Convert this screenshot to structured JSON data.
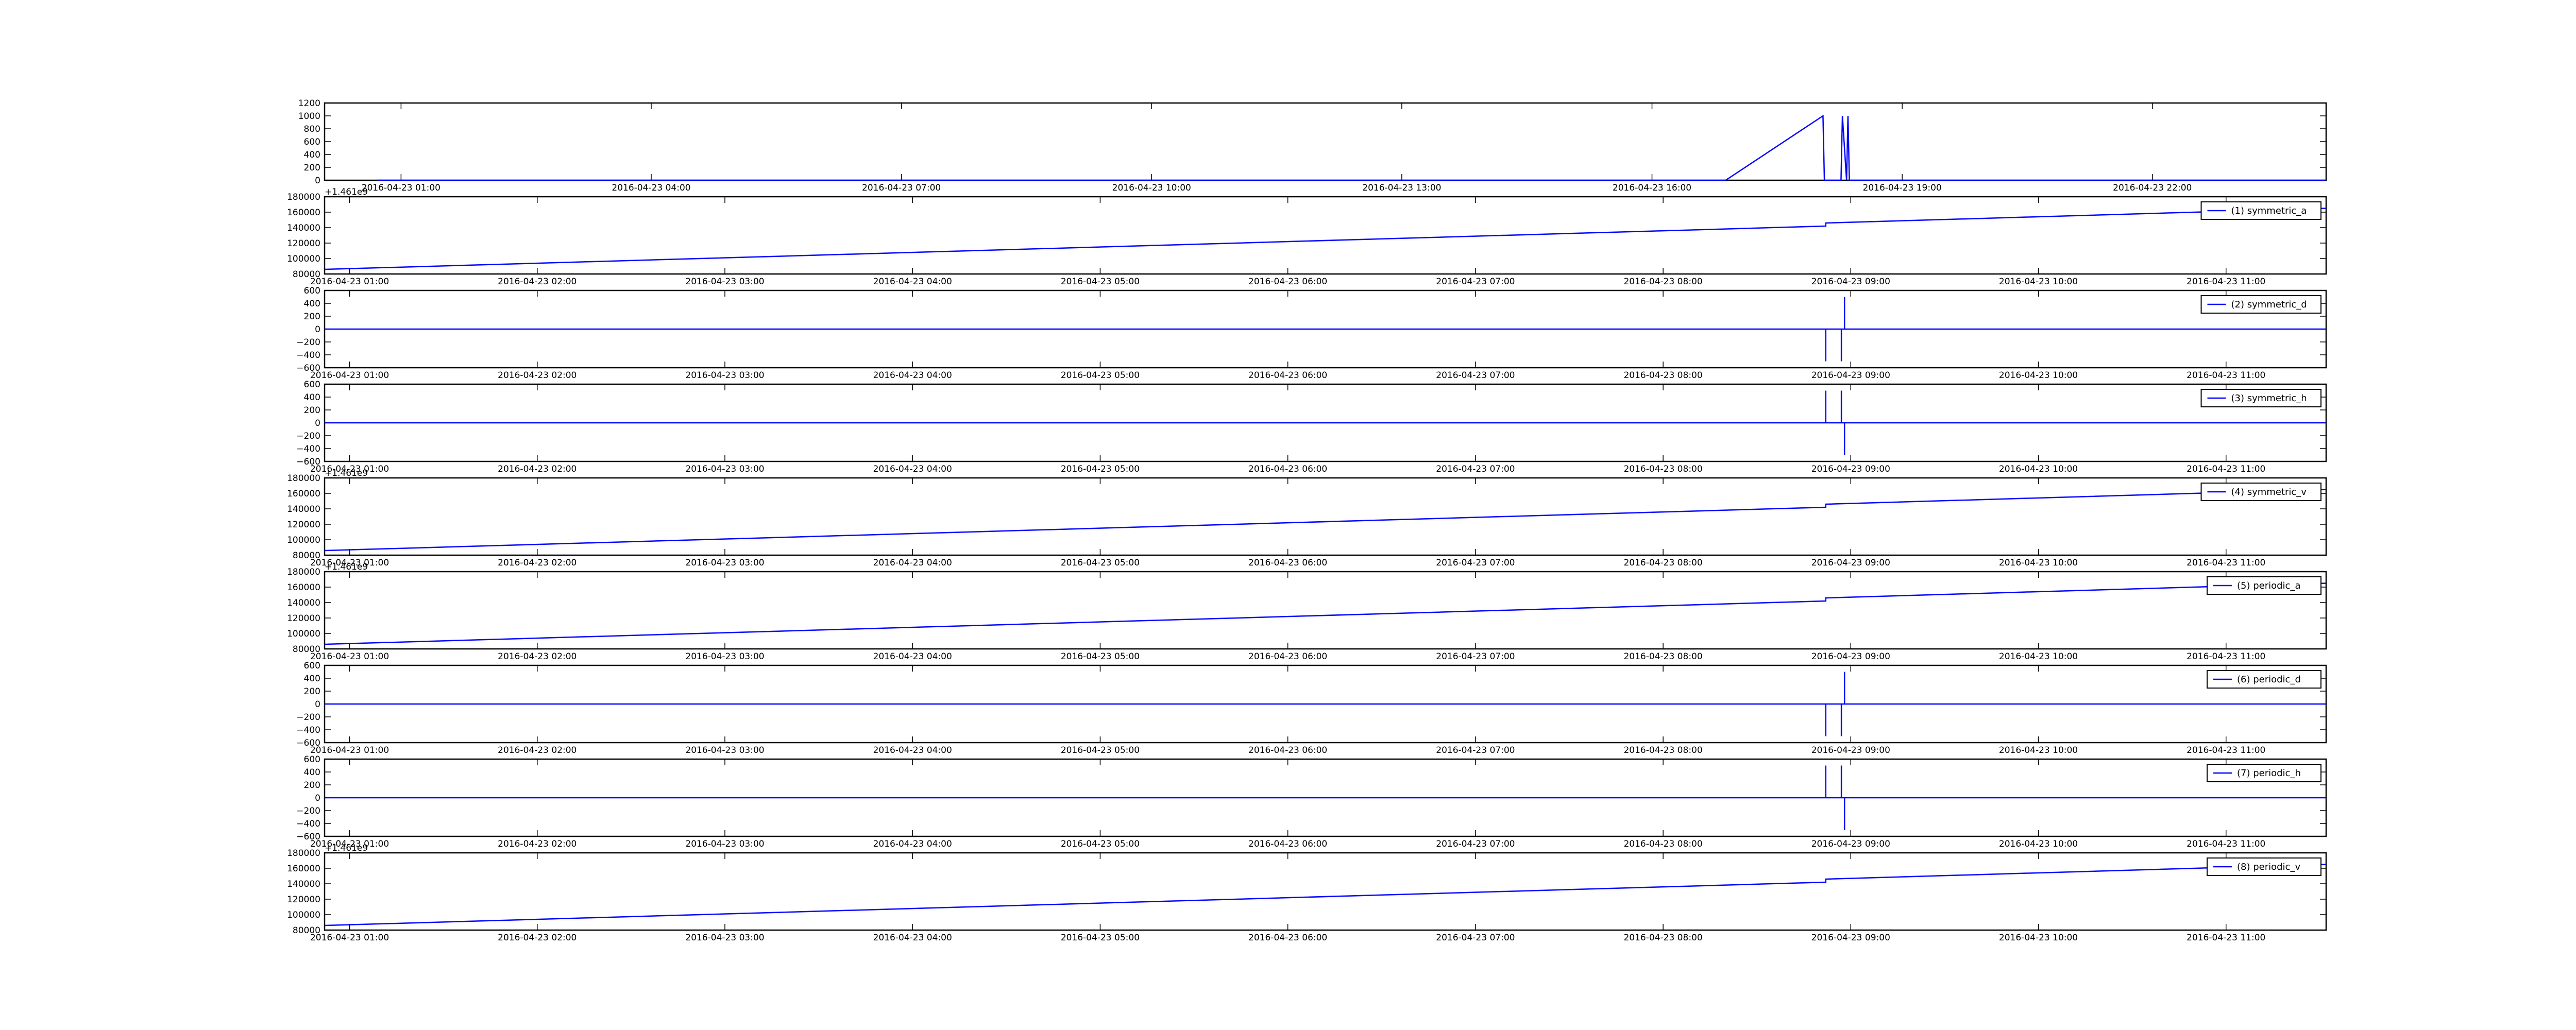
{
  "colors": {
    "line": "#0000ff",
    "axes": "#000000",
    "background": "#ffffff"
  },
  "chart_data": [
    {
      "type": "line",
      "panel": 0,
      "ylim": [
        0,
        1200
      ],
      "yticks": [
        "0",
        "200",
        "400",
        "600",
        "800",
        "1000",
        "1200"
      ],
      "xticks": [
        "2016-04-23 01:00",
        "2016-04-23 04:00",
        "2016-04-23 07:00",
        "2016-04-23 10:00",
        "2016-04-23 13:00",
        "2016-04-23 16:00",
        "2016-04-23 19:00",
        "2016-04-23 22:00"
      ],
      "x": [
        "2016-04-23 00:43",
        "2016-04-23 16:53",
        "2016-04-23 18:03",
        "2016-04-23 18:04",
        "2016-04-23 18:16",
        "2016-04-23 18:17",
        "2016-04-23 18:20",
        "2016-04-23 18:21",
        "2016-04-23 18:22",
        "2016-04-24 00:05"
      ],
      "values": [
        0,
        0,
        1000,
        0,
        0,
        1000,
        0,
        1000,
        0,
        0
      ],
      "legend": false
    },
    {
      "type": "line",
      "panel": 1,
      "offset_label": "+1.461e9",
      "ylim": [
        80000,
        180000
      ],
      "yticks": [
        "80000",
        "100000",
        "120000",
        "140000",
        "160000",
        "180000"
      ],
      "xticks": [
        "2016-04-23 01:00",
        "2016-04-23 02:00",
        "2016-04-23 03:00",
        "2016-04-23 04:00",
        "2016-04-23 05:00",
        "2016-04-23 06:00",
        "2016-04-23 07:00",
        "2016-04-23 08:00",
        "2016-04-23 09:00",
        "2016-04-23 10:00",
        "2016-04-23 11:00"
      ],
      "x": [
        "2016-04-23 00:52",
        "2016-04-23 08:52",
        "2016-04-23 08:52",
        "2016-04-23 11:32"
      ],
      "values": [
        86000,
        142000,
        146000,
        165000
      ],
      "legend": true,
      "series": [
        {
          "name": "(1) symmetric_a"
        }
      ]
    },
    {
      "type": "line",
      "panel": 2,
      "ylim": [
        -600,
        600
      ],
      "yticks": [
        "−600",
        "−400",
        "−200",
        "0",
        "200",
        "400",
        "600"
      ],
      "xticks": [
        "2016-04-23 01:00",
        "2016-04-23 02:00",
        "2016-04-23 03:00",
        "2016-04-23 04:00",
        "2016-04-23 05:00",
        "2016-04-23 06:00",
        "2016-04-23 07:00",
        "2016-04-23 08:00",
        "2016-04-23 09:00",
        "2016-04-23 10:00",
        "2016-04-23 11:00"
      ],
      "x": [
        "2016-04-23 00:52",
        "2016-04-23 08:52",
        "2016-04-23 08:52",
        "2016-04-23 08:52",
        "2016-04-23 08:57",
        "2016-04-23 08:57",
        "2016-04-23 08:57",
        "2016-04-23 08:58",
        "2016-04-23 08:58",
        "2016-04-23 08:58",
        "2016-04-23 11:32"
      ],
      "values": [
        0,
        0,
        -500,
        0,
        0,
        -500,
        0,
        0,
        500,
        0,
        0
      ],
      "legend": true,
      "series": [
        {
          "name": "(2) symmetric_d"
        }
      ]
    },
    {
      "type": "line",
      "panel": 3,
      "ylim": [
        -600,
        600
      ],
      "yticks": [
        "−600",
        "−400",
        "−200",
        "0",
        "200",
        "400",
        "600"
      ],
      "xticks": [
        "2016-04-23 01:00",
        "2016-04-23 02:00",
        "2016-04-23 03:00",
        "2016-04-23 04:00",
        "2016-04-23 05:00",
        "2016-04-23 06:00",
        "2016-04-23 07:00",
        "2016-04-23 08:00",
        "2016-04-23 09:00",
        "2016-04-23 10:00",
        "2016-04-23 11:00"
      ],
      "x": [
        "2016-04-23 00:52",
        "2016-04-23 08:52",
        "2016-04-23 08:52",
        "2016-04-23 08:52",
        "2016-04-23 08:57",
        "2016-04-23 08:57",
        "2016-04-23 08:57",
        "2016-04-23 08:58",
        "2016-04-23 08:58",
        "2016-04-23 08:58",
        "2016-04-23 11:32"
      ],
      "values": [
        0,
        0,
        500,
        0,
        0,
        500,
        0,
        0,
        -500,
        0,
        0
      ],
      "legend": true,
      "series": [
        {
          "name": "(3) symmetric_h"
        }
      ]
    },
    {
      "type": "line",
      "panel": 4,
      "offset_label": "+1.461e9",
      "ylim": [
        80000,
        180000
      ],
      "yticks": [
        "80000",
        "100000",
        "120000",
        "140000",
        "160000",
        "180000"
      ],
      "xticks": [
        "2016-04-23 01:00",
        "2016-04-23 02:00",
        "2016-04-23 03:00",
        "2016-04-23 04:00",
        "2016-04-23 05:00",
        "2016-04-23 06:00",
        "2016-04-23 07:00",
        "2016-04-23 08:00",
        "2016-04-23 09:00",
        "2016-04-23 10:00",
        "2016-04-23 11:00"
      ],
      "x": [
        "2016-04-23 00:52",
        "2016-04-23 08:52",
        "2016-04-23 08:52",
        "2016-04-23 11:32"
      ],
      "values": [
        86000,
        142000,
        146000,
        165000
      ],
      "legend": true,
      "series": [
        {
          "name": "(4) symmetric_v"
        }
      ]
    },
    {
      "type": "line",
      "panel": 5,
      "offset_label": "+1.461e9",
      "ylim": [
        80000,
        180000
      ],
      "yticks": [
        "80000",
        "100000",
        "120000",
        "140000",
        "160000",
        "180000"
      ],
      "xticks": [
        "2016-04-23 01:00",
        "2016-04-23 02:00",
        "2016-04-23 03:00",
        "2016-04-23 04:00",
        "2016-04-23 05:00",
        "2016-04-23 06:00",
        "2016-04-23 07:00",
        "2016-04-23 08:00",
        "2016-04-23 09:00",
        "2016-04-23 10:00",
        "2016-04-23 11:00"
      ],
      "x": [
        "2016-04-23 00:52",
        "2016-04-23 08:52",
        "2016-04-23 08:52",
        "2016-04-23 11:32"
      ],
      "values": [
        86000,
        142000,
        146000,
        165000
      ],
      "legend": true,
      "series": [
        {
          "name": "(5) periodic_a"
        }
      ]
    },
    {
      "type": "line",
      "panel": 6,
      "ylim": [
        -600,
        600
      ],
      "yticks": [
        "−600",
        "−400",
        "−200",
        "0",
        "200",
        "400",
        "600"
      ],
      "xticks": [
        "2016-04-23 01:00",
        "2016-04-23 02:00",
        "2016-04-23 03:00",
        "2016-04-23 04:00",
        "2016-04-23 05:00",
        "2016-04-23 06:00",
        "2016-04-23 07:00",
        "2016-04-23 08:00",
        "2016-04-23 09:00",
        "2016-04-23 10:00",
        "2016-04-23 11:00"
      ],
      "x": [
        "2016-04-23 00:52",
        "2016-04-23 08:52",
        "2016-04-23 08:52",
        "2016-04-23 08:52",
        "2016-04-23 08:57",
        "2016-04-23 08:57",
        "2016-04-23 08:57",
        "2016-04-23 08:58",
        "2016-04-23 08:58",
        "2016-04-23 08:58",
        "2016-04-23 11:32"
      ],
      "values": [
        0,
        0,
        -500,
        0,
        0,
        -500,
        0,
        0,
        500,
        0,
        0
      ],
      "legend": true,
      "series": [
        {
          "name": "(6) periodic_d"
        }
      ]
    },
    {
      "type": "line",
      "panel": 7,
      "ylim": [
        -600,
        600
      ],
      "yticks": [
        "−600",
        "−400",
        "−200",
        "0",
        "200",
        "400",
        "600"
      ],
      "xticks": [
        "2016-04-23 01:00",
        "2016-04-23 02:00",
        "2016-04-23 03:00",
        "2016-04-23 04:00",
        "2016-04-23 05:00",
        "2016-04-23 06:00",
        "2016-04-23 07:00",
        "2016-04-23 08:00",
        "2016-04-23 09:00",
        "2016-04-23 10:00",
        "2016-04-23 11:00"
      ],
      "x": [
        "2016-04-23 00:52",
        "2016-04-23 08:52",
        "2016-04-23 08:52",
        "2016-04-23 08:52",
        "2016-04-23 08:57",
        "2016-04-23 08:57",
        "2016-04-23 08:57",
        "2016-04-23 08:58",
        "2016-04-23 08:58",
        "2016-04-23 08:58",
        "2016-04-23 11:32"
      ],
      "values": [
        0,
        0,
        500,
        0,
        0,
        500,
        0,
        0,
        -500,
        0,
        0
      ],
      "legend": true,
      "series": [
        {
          "name": "(7) periodic_h"
        }
      ]
    },
    {
      "type": "line",
      "panel": 8,
      "offset_label": "+1.461e9",
      "ylim": [
        80000,
        180000
      ],
      "yticks": [
        "80000",
        "100000",
        "120000",
        "140000",
        "160000",
        "180000"
      ],
      "xticks": [
        "2016-04-23 01:00",
        "2016-04-23 02:00",
        "2016-04-23 03:00",
        "2016-04-23 04:00",
        "2016-04-23 05:00",
        "2016-04-23 06:00",
        "2016-04-23 07:00",
        "2016-04-23 08:00",
        "2016-04-23 09:00",
        "2016-04-23 10:00",
        "2016-04-23 11:00"
      ],
      "x": [
        "2016-04-23 00:52",
        "2016-04-23 08:52",
        "2016-04-23 08:52",
        "2016-04-23 11:32"
      ],
      "values": [
        86000,
        142000,
        146000,
        165000
      ],
      "legend": true,
      "series": [
        {
          "name": "(8) periodic_v"
        }
      ]
    }
  ]
}
